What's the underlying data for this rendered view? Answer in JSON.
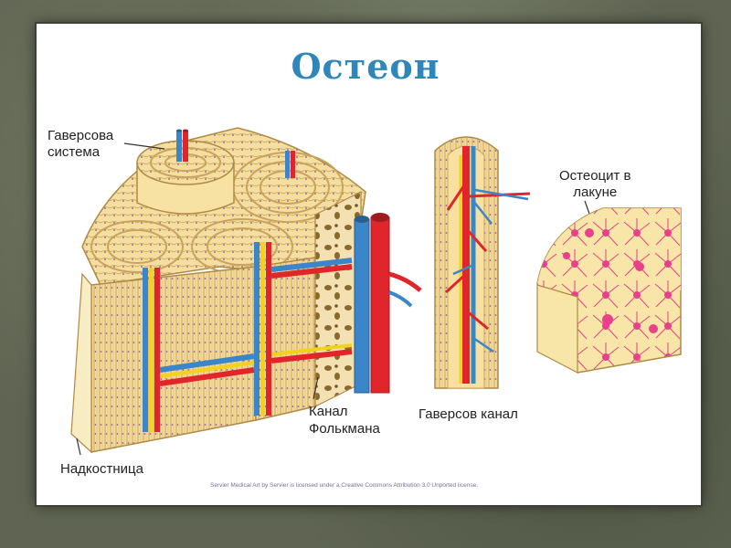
{
  "slide": {
    "title": "Остеон",
    "labels": {
      "haversian_system": "Гаверсова\nсистема",
      "volkmann_canal": "Канал\nФолькмана",
      "periosteum": "Надкостница",
      "haversian_canal": "Гаверсов канал",
      "osteocyte_in_lacuna": "Остеоцит в\nлакуне"
    },
    "credit": "Servier Medical Art by Servier is licensed under a Creative Commons Attribution 3.0 Unported license."
  },
  "colors": {
    "title": "#2e87b8",
    "bone": "#f7e3a8",
    "bone_dark": "#e9c97f",
    "artery": "#e0262b",
    "vein": "#3a86c8",
    "nerve": "#f2d21a",
    "osteocyte": "#e8408a"
  },
  "icons": {
    "leader_line": "arrow-line-icon"
  }
}
